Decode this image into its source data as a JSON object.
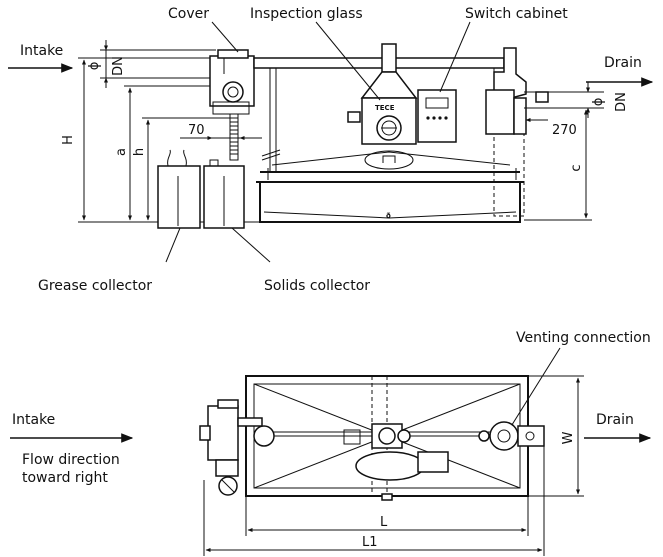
{
  "side_view": {
    "labels": {
      "cover": "Cover",
      "inspection_glass": "Inspection glass",
      "switch_cabinet": "Switch cabinet",
      "intake": "Intake",
      "drain": "Drain",
      "grease_collector": "Grease collector",
      "solids_collector": "Solids collector"
    },
    "dimensions": {
      "H": "H",
      "a": "a",
      "h": "h",
      "c": "c",
      "dn_left": "DN",
      "phi_left": "ϕ",
      "dn_right": "DN",
      "phi_right": "ϕ",
      "d70": "70",
      "d270": "270"
    },
    "brand": "TECE"
  },
  "top_view": {
    "labels": {
      "intake": "Intake",
      "flow_direction_line1": "Flow direction",
      "flow_direction_line2": "toward right",
      "drain": "Drain",
      "venting_connection": "Venting connection"
    },
    "dimensions": {
      "W": "W",
      "L": "L",
      "L1": "L1"
    }
  }
}
